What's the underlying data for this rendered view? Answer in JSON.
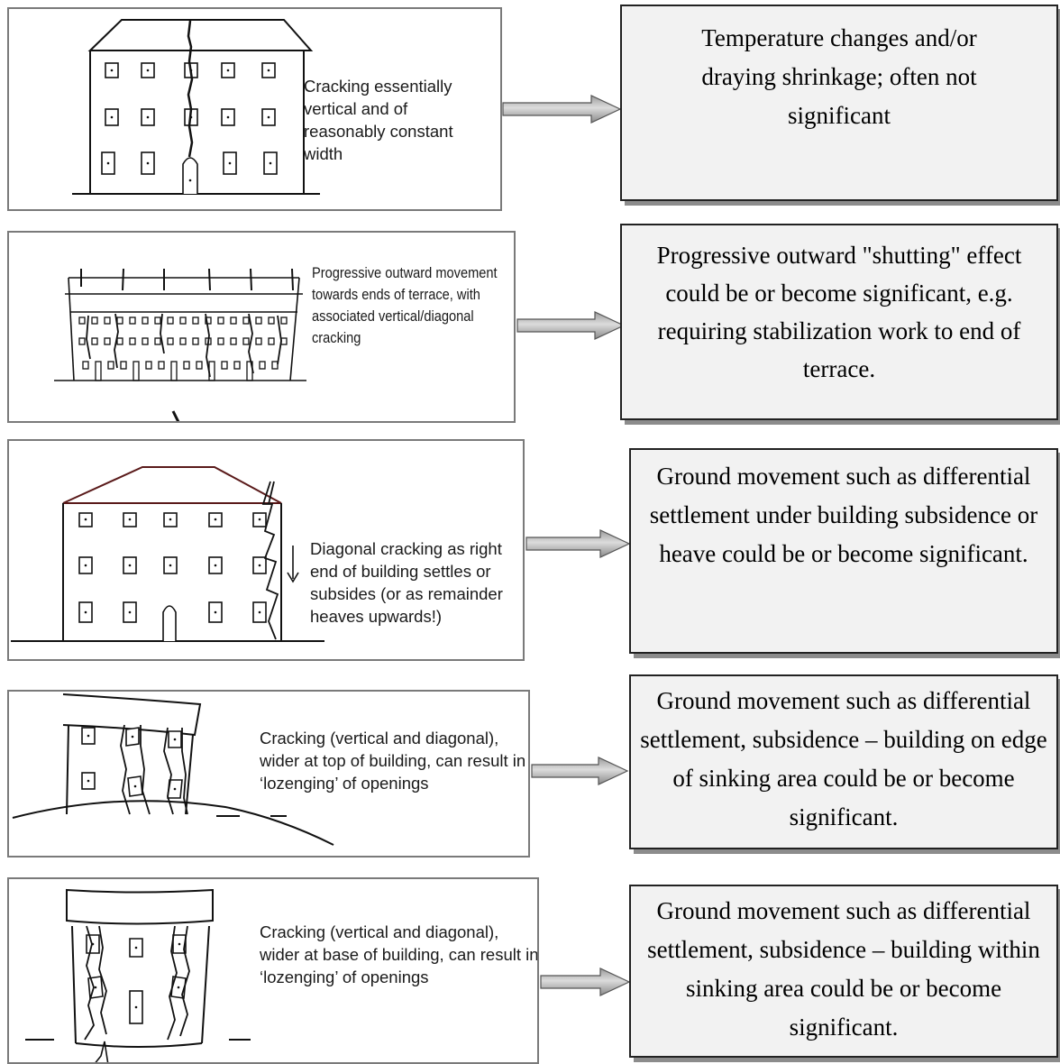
{
  "rows": [
    {
      "caption": "Cracking essentially vertical and of reasonably constant width",
      "result": "Temperature changes and/or draying shrinkage; often not significant"
    },
    {
      "caption": "Progressive outward movement towards ends of terrace, with associated vertical/diagonal cracking",
      "result": "Progressive outward \"shutting\" effect could be or become significant, e.g. requiring stabilization work to end of terrace."
    },
    {
      "caption": "Diagonal cracking as right end of building settles or subsides (or as remainder heaves upwards!)",
      "result": "Ground movement such as differential settlement under building subsidence or heave could be or become significant."
    },
    {
      "caption": "Cracking (vertical and diagonal), wider at top of building, can result in ‘lozenging’ of openings",
      "result": "Ground movement such as differential settlement, subsidence – building on edge of sinking area could be or become significant."
    },
    {
      "caption": "Cracking (vertical and diagonal), wider at base of building, can result in ‘lozenging’ of openings",
      "result": "Ground movement such as differential settlement, subsidence – building within sinking area could be or become significant."
    }
  ]
}
